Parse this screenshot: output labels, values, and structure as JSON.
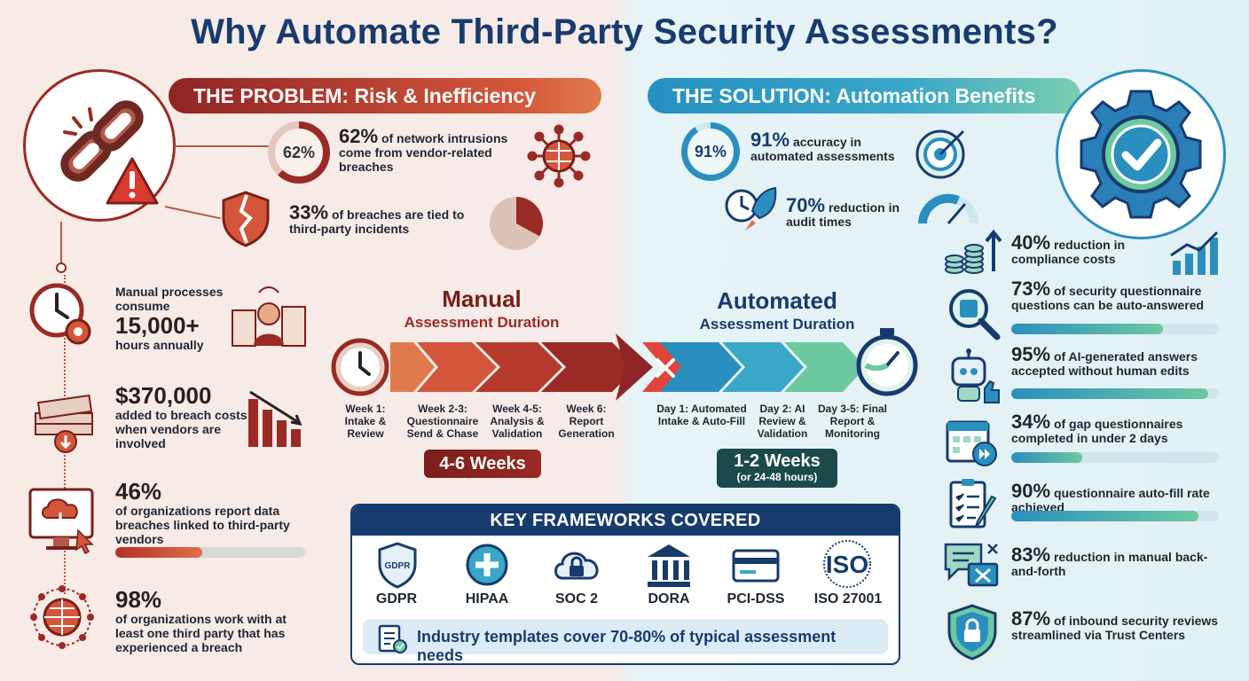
{
  "title": "Why Automate Third-Party Security Assessments?",
  "problem": {
    "banner": "THE PROBLEM: Risk & Inefficiency",
    "stat1": {
      "ring": "62%",
      "value": "62%",
      "text": "of network intrusions come from vendor-related breaches",
      "percent": 62
    },
    "stat2": {
      "value": "33%",
      "text": "of breaches are tied to third-party incidents",
      "percent": 33
    },
    "items": [
      {
        "pre": "Manual processes consume",
        "value": "15,000+",
        "post": "hours annually"
      },
      {
        "value": "$370,000",
        "post": "added to breach costs when vendors are involved"
      },
      {
        "value": "46%",
        "post": "of organizations report data breaches linked to third-party vendors",
        "percent": 46
      },
      {
        "value": "98%",
        "post": "of organizations work with at least one third party that has experienced a breach"
      }
    ]
  },
  "solution": {
    "banner": "THE SOLUTION: Automation Benefits",
    "stat1": {
      "ring": "91%",
      "value": "91%",
      "text": "accuracy in automated assessments"
    },
    "stat2": {
      "value": "70%",
      "text": "reduction in audit times"
    },
    "items": [
      {
        "value": "40%",
        "text": "reduction in compliance costs"
      },
      {
        "value": "73%",
        "text": "of security questionnaire questions can be auto-answered",
        "percent": 73
      },
      {
        "value": "95%",
        "text": "of AI-generated answers accepted without human edits",
        "percent": 95
      },
      {
        "value": "34%",
        "text": "of gap questionnaires completed in under 2 days",
        "percent": 34
      },
      {
        "value": "90%",
        "text": "questionnaire auto-fill rate achieved",
        "percent": 90
      },
      {
        "value": "83%",
        "text": "reduction in manual back-and-forth"
      },
      {
        "value": "87%",
        "text": "of inbound security reviews streamlined via Trust Centers"
      }
    ]
  },
  "manual": {
    "heading": "Manual",
    "subheading": "Assessment Duration",
    "steps": [
      "Week 1: Intake & Review",
      "Week 2-3: Questionnaire Send & Chase",
      "Week 4-5: Analysis & Validation",
      "Week 6: Report Generation"
    ],
    "duration": "4-6 Weeks"
  },
  "automated": {
    "heading": "Automated",
    "subheading": "Assessment Duration",
    "steps": [
      "Day 1: Automated Intake & Auto-Fill",
      "Day 2: AI Review & Validation",
      "Day 3-5: Final Report & Monitoring"
    ],
    "duration": "1-2 Weeks",
    "duration_note": "(or 24-48 hours)"
  },
  "frameworks": {
    "title": "KEY FRAMEWORKS COVERED",
    "items": [
      "GDPR",
      "HIPAA",
      "SOC 2",
      "DORA",
      "PCI-DSS",
      "ISO 27001"
    ],
    "gdpr_badge": "GDPR",
    "iso_badge": "ISO",
    "footer": "Industry templates cover 70-80% of typical assessment needs"
  },
  "colors": {
    "problem": "#9a2a24",
    "solution": "#2a8fbf",
    "title": "#173b6e"
  }
}
